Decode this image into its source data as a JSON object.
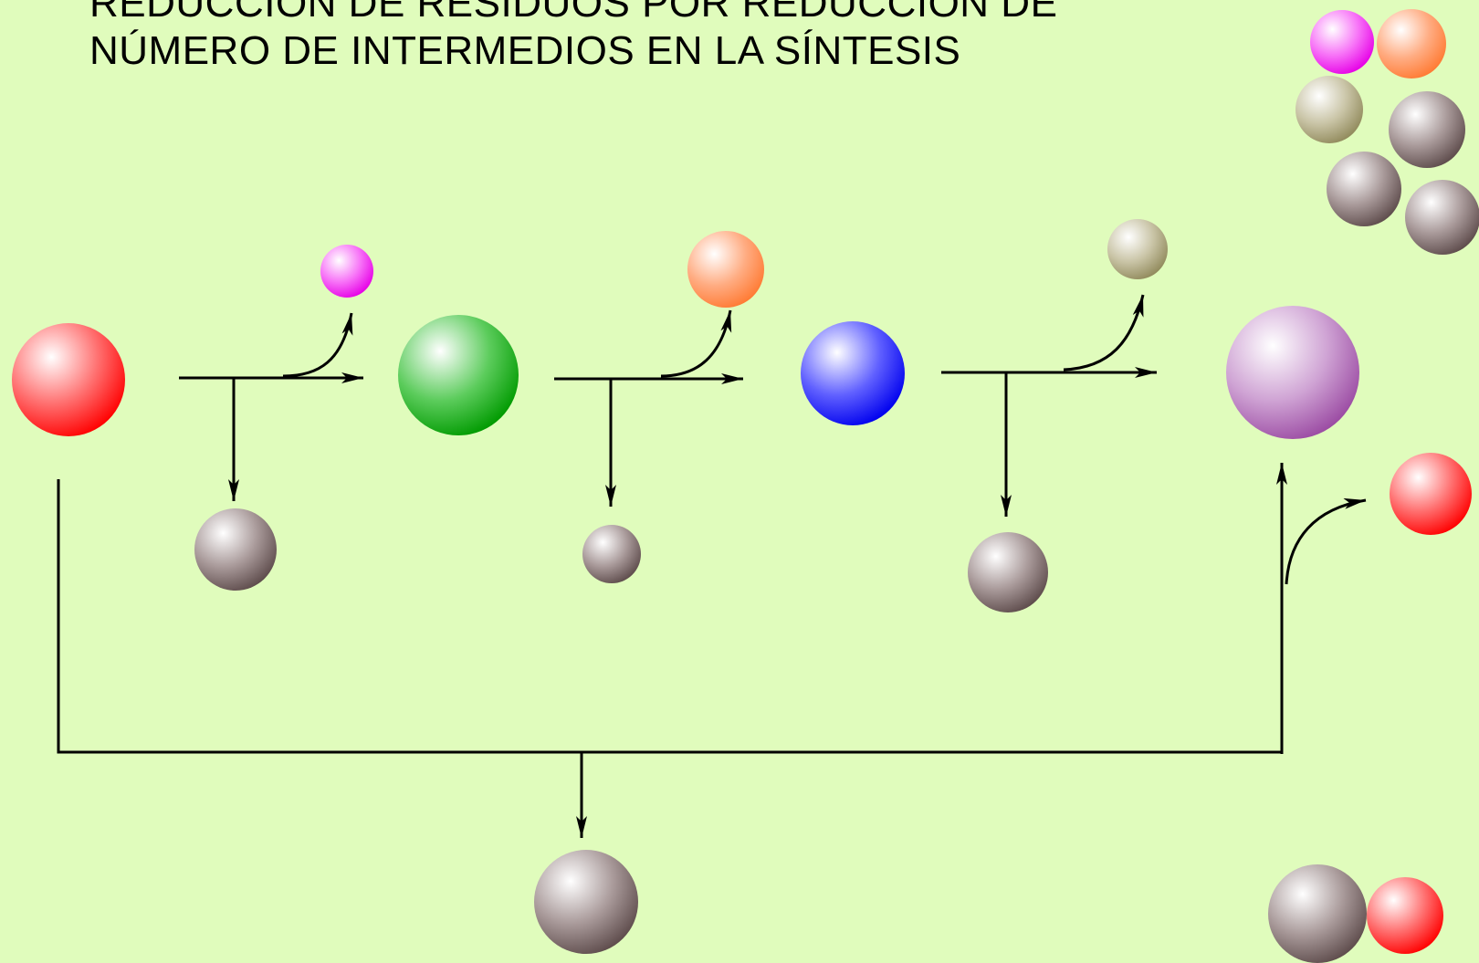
{
  "title": {
    "line1": "REDUCCIÓN DE RESIDUOS POR REDUCCIÓN DE",
    "line2": "NÚMERO DE INTERMEDIOS EN LA SÍNTESIS"
  },
  "colors": {
    "background": "#e0fcbc",
    "red": "#ff0000",
    "green": "#00a000",
    "blue": "#0000ff",
    "purple": "#9b4ba3",
    "magenta": "#ee00ee",
    "orange": "#ff7a33",
    "olive": "#9b9466",
    "gray": "#6e5a5a"
  },
  "spheres": [
    {
      "name": "start-sphere-red",
      "color": "red"
    },
    {
      "name": "intermediate-sphere-green",
      "color": "green"
    },
    {
      "name": "intermediate-sphere-blue",
      "color": "blue"
    },
    {
      "name": "product-sphere-purple",
      "color": "purple"
    },
    {
      "name": "reagent-sphere-magenta",
      "color": "magenta"
    },
    {
      "name": "reagent-sphere-orange",
      "color": "orange"
    },
    {
      "name": "reagent-sphere-olive",
      "color": "olive"
    },
    {
      "name": "waste-sphere-1",
      "color": "gray"
    },
    {
      "name": "waste-sphere-2",
      "color": "gray"
    },
    {
      "name": "waste-sphere-3",
      "color": "gray"
    },
    {
      "name": "waste-sphere-direct",
      "color": "gray"
    },
    {
      "name": "byproduct-sphere-red",
      "color": "red"
    }
  ]
}
